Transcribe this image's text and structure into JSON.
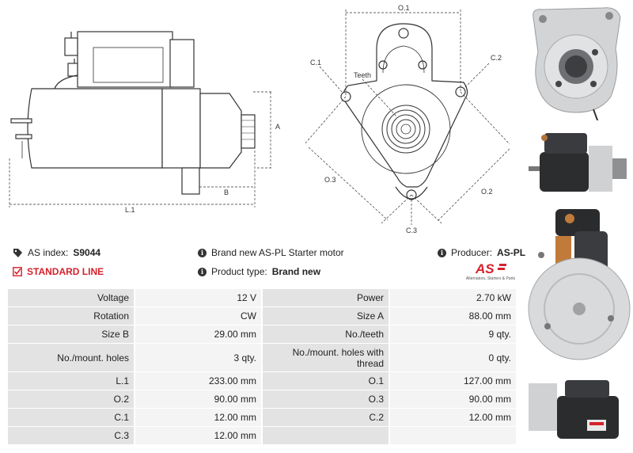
{
  "drawings": {
    "side_labels": {
      "a": "A",
      "b": "B",
      "l1": "L.1"
    },
    "front_labels": {
      "o1": "O.1",
      "o2": "O.2",
      "o3": "O.3",
      "c1": "C.1",
      "c2": "C.2",
      "c3": "C.3",
      "teeth": "Teeth"
    }
  },
  "info": {
    "as_index_label": "AS index:",
    "as_index_value": "S9044",
    "description": "Brand new AS-PL Starter motor",
    "producer_label": "Producer:",
    "producer_value": "AS-PL",
    "standard_line": "STANDARD LINE",
    "product_type_label": "Product type:",
    "product_type_value": "Brand new"
  },
  "brand": {
    "logo_text": "AS",
    "tagline": "Alternators, Starters & Parts",
    "accent": "#d6212c"
  },
  "specs": {
    "rows": [
      {
        "l1": "Voltage",
        "v1": "12 V",
        "l2": "Power",
        "v2": "2.70 kW"
      },
      {
        "l1": "Rotation",
        "v1": "CW",
        "l2": "Size A",
        "v2": "88.00 mm"
      },
      {
        "l1": "Size B",
        "v1": "29.00 mm",
        "l2": "No./teeth",
        "v2": "9 qty."
      },
      {
        "l1": "No./mount. holes",
        "v1": "3 qty.",
        "l2": "No./mount. holes with thread",
        "v2": "0 qty."
      },
      {
        "l1": "L.1",
        "v1": "233.00 mm",
        "l2": "O.1",
        "v2": "127.00 mm"
      },
      {
        "l1": "O.2",
        "v1": "90.00 mm",
        "l2": "O.3",
        "v2": "90.00 mm"
      },
      {
        "l1": "C.1",
        "v1": "12.00 mm",
        "l2": "C.2",
        "v2": "12.00 mm"
      },
      {
        "l1": "C.3",
        "v1": "12.00 mm",
        "l2": "",
        "v2": ""
      }
    ]
  }
}
